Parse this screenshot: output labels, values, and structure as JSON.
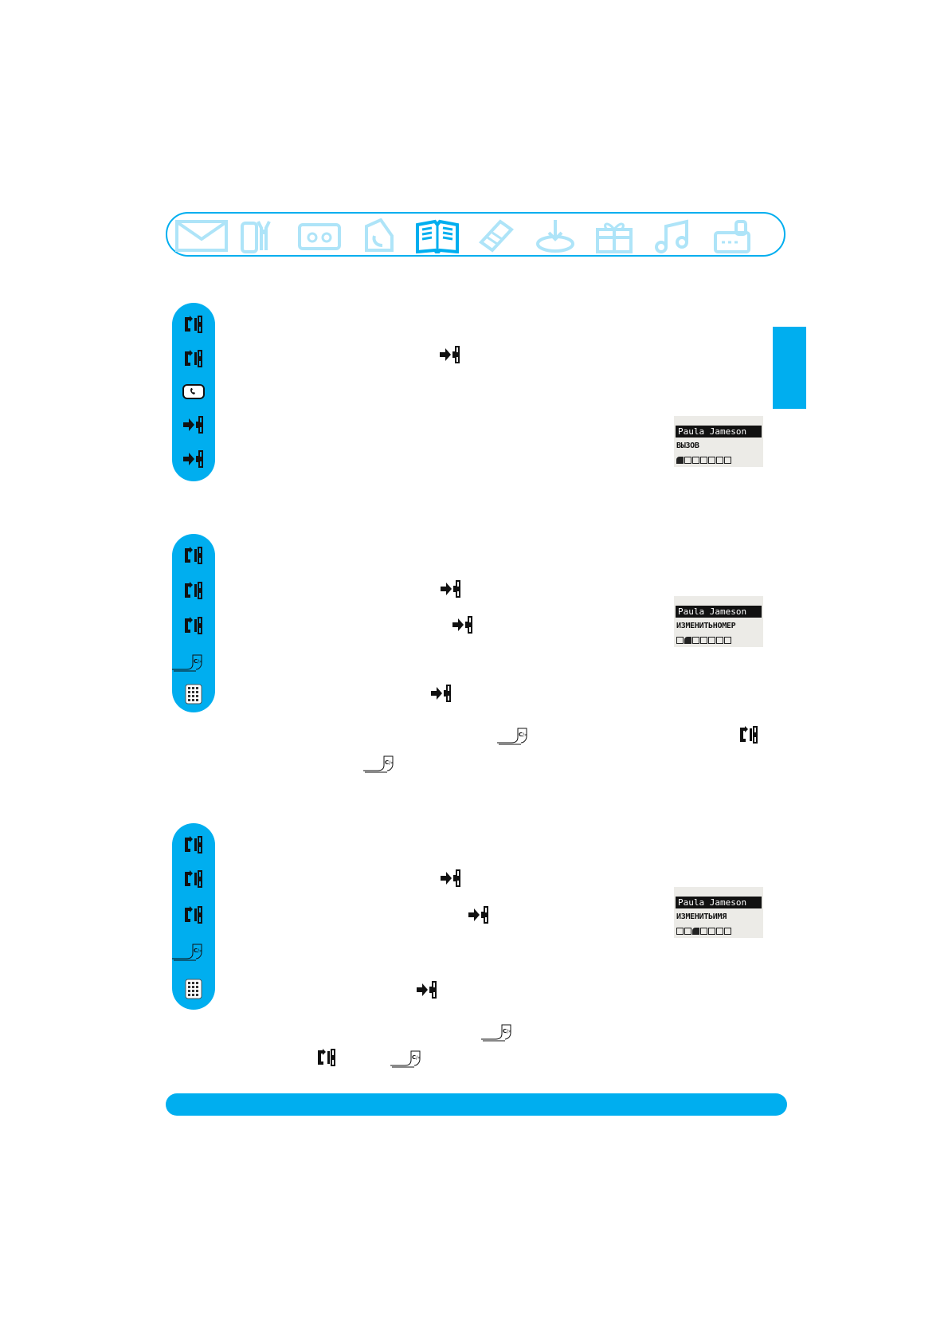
{
  "menu_icons": [
    {
      "name": "messages-icon",
      "active": false
    },
    {
      "name": "settings-icon",
      "active": false
    },
    {
      "name": "answering-machine-icon",
      "active": false
    },
    {
      "name": "call-log-icon",
      "active": false
    },
    {
      "name": "phonebook-icon",
      "active": true
    },
    {
      "name": "handset-icon",
      "active": false
    },
    {
      "name": "download-icon",
      "active": false
    },
    {
      "name": "gift-icon",
      "active": false
    },
    {
      "name": "music-icon",
      "active": false
    },
    {
      "name": "base-station-icon",
      "active": false
    }
  ],
  "colors": {
    "accent": "#00aeef",
    "accent_light": "#aee4f8",
    "accent_active": "#00aeef",
    "screen_bg": "#ecebe7"
  },
  "screens": [
    {
      "name": "Paula Jameson",
      "line": "ВЫЗОВ",
      "selected_index": 0,
      "dot_count": 7
    },
    {
      "name": "Paula Jameson",
      "line": "ИЗМЕНИТЬНОМЕР",
      "selected_index": 1,
      "dot_count": 7
    },
    {
      "name": "Paula Jameson",
      "line": "ИЗМЕНИТЬИМЯ",
      "selected_index": 2,
      "dot_count": 7
    }
  ],
  "sections": [
    {
      "steps": [
        "navigate-key-icon",
        "navigate-key-icon",
        "talk-key-icon",
        "ok-key-icon",
        "ok-key-icon"
      ]
    },
    {
      "steps": [
        "navigate-key-icon",
        "navigate-key-icon",
        "navigate-key-icon",
        "clear-key-icon",
        "keypad-icon"
      ]
    },
    {
      "steps": [
        "navigate-key-icon",
        "navigate-key-icon",
        "navigate-key-icon",
        "clear-key-icon",
        "keypad-icon"
      ]
    }
  ]
}
